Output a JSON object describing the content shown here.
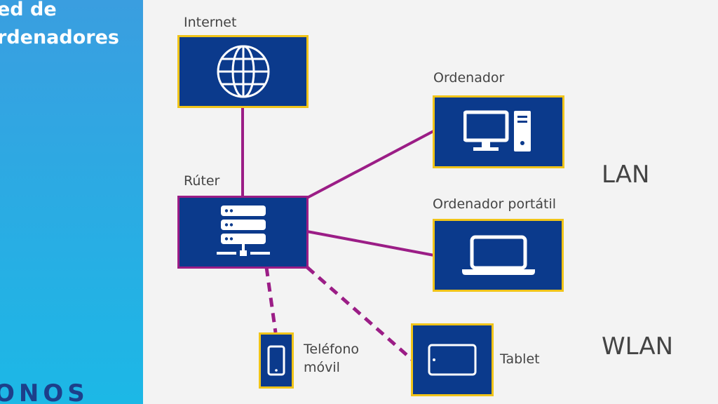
{
  "sidebar": {
    "title_line1": "ed de",
    "title_line2": "rdenadores",
    "brand": "ONOS"
  },
  "nodes": {
    "internet": {
      "label": "Internet",
      "icon": "globe-icon"
    },
    "router": {
      "label": "Rúter",
      "icon": "server-icon"
    },
    "computer": {
      "label": "Ordenador",
      "icon": "desktop-computer-icon"
    },
    "laptop": {
      "label": "Ordenador portátil",
      "icon": "laptop-icon"
    },
    "phone": {
      "label_line1": "Teléfono",
      "label_line2": "móvil",
      "icon": "smartphone-icon"
    },
    "tablet": {
      "label": "Tablet",
      "icon": "tablet-icon"
    }
  },
  "segments": {
    "lan": "LAN",
    "wlan": "WLAN"
  },
  "colors": {
    "node_fill": "#0b3a8c",
    "node_border": "#f0c419",
    "router_border": "#9b1d86",
    "link": "#9b1d86",
    "sidebar": "#2ea9e3"
  }
}
